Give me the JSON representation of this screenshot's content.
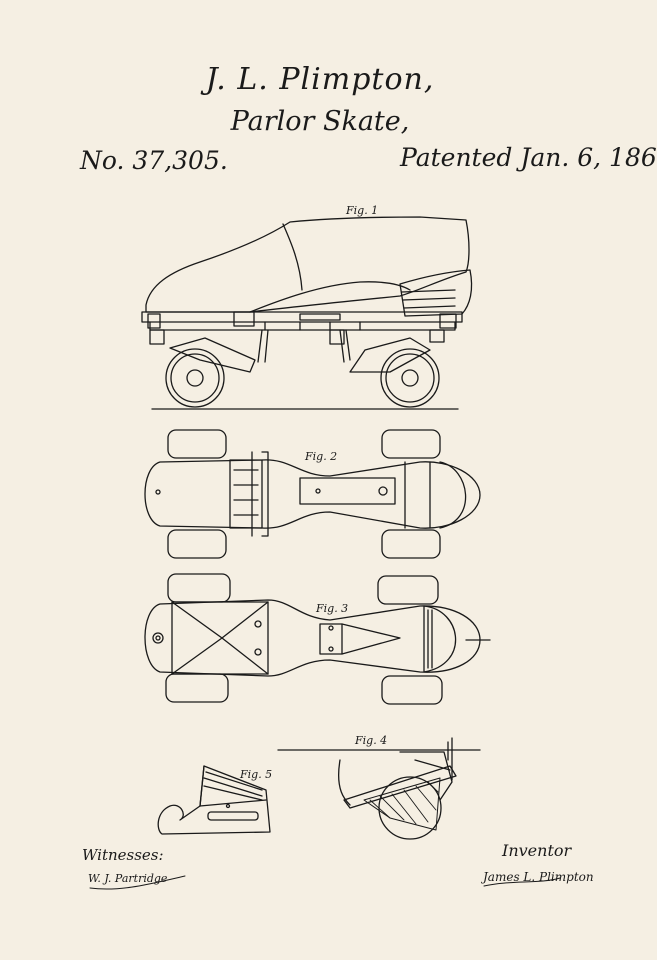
{
  "patent": {
    "inventor_header": "J. L. Plimpton,",
    "title": "Parlor Skate,",
    "number": "No. 37,305.",
    "date": "Patented Jan. 6, 186",
    "witnesses_label": "Witnesses:",
    "inventor_label": "Inventor",
    "witness_signature": "W. J. Partridge",
    "inventor_signature": "James L. Plimpton"
  },
  "figures": {
    "fig1": "Fig. 1",
    "fig2": "Fig. 2",
    "fig3": "Fig. 3",
    "fig4": "Fig. 4",
    "fig5": "Fig. 5"
  },
  "colors": {
    "paper": "#f5efe3",
    "ink": "#1a1a1a"
  }
}
